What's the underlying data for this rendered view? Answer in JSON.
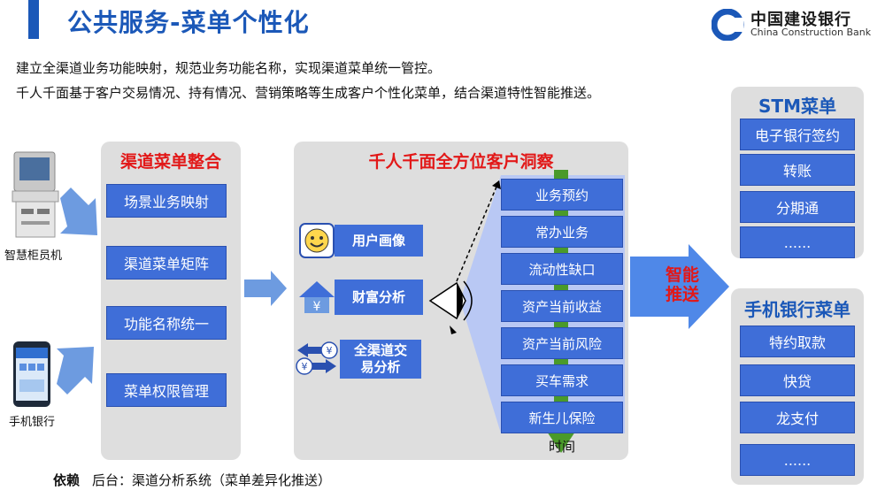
{
  "title": "公共服务-菜单个性化",
  "logo": {
    "cn": "中国建设银行",
    "en": "China Construction Bank"
  },
  "description": [
    "建立全渠道业务功能映射，规范业务功能名称，实现渠道菜单统一管控。",
    "千人千面基于客户交易情况、持有情况、营销策略等生成客户个性化菜单，结合渠道特性智能推送。"
  ],
  "devices": {
    "kiosk_label": "智慧柜员机",
    "phone_label": "手机银行"
  },
  "left_panel": {
    "title": "渠道菜单整合",
    "items": [
      "场景业务映射",
      "渠道菜单矩阵",
      "功能名称统一",
      "菜单权限管理"
    ]
  },
  "center_panel": {
    "title": "千人千面全方位客户洞察",
    "features": [
      {
        "label": "用户画像",
        "icon": "smiley-face-icon"
      },
      {
        "label": "财富分析",
        "icon": "house-yen-icon"
      },
      {
        "label": "全渠道交易分析",
        "line1": "全渠道交",
        "line2": "易分析",
        "icon": "yen-exchange-icon"
      }
    ],
    "list": [
      "业务预约",
      "常办业务",
      "流动性缺口",
      "资产当前收益",
      "资产当前风险",
      "买车需求",
      "新生儿保险"
    ],
    "time_label": "时间"
  },
  "push_label": {
    "line1": "智能",
    "line2": "推送"
  },
  "stm_menu": {
    "title": "STM菜单",
    "items": [
      "电子银行签约",
      "转账",
      "分期通",
      "......"
    ]
  },
  "mobile_menu": {
    "title": "手机银行菜单",
    "items": [
      "特约取款",
      "快贷",
      "龙支付",
      "......"
    ]
  },
  "footer": {
    "label": "依赖",
    "text": "后台：渠道分析系统（菜单差异化推送）"
  },
  "colors": {
    "brand_blue": "#1b58b8",
    "box_blue": "#3f6ed8",
    "accent_red": "#e21818",
    "panel_gray": "#dedede"
  }
}
